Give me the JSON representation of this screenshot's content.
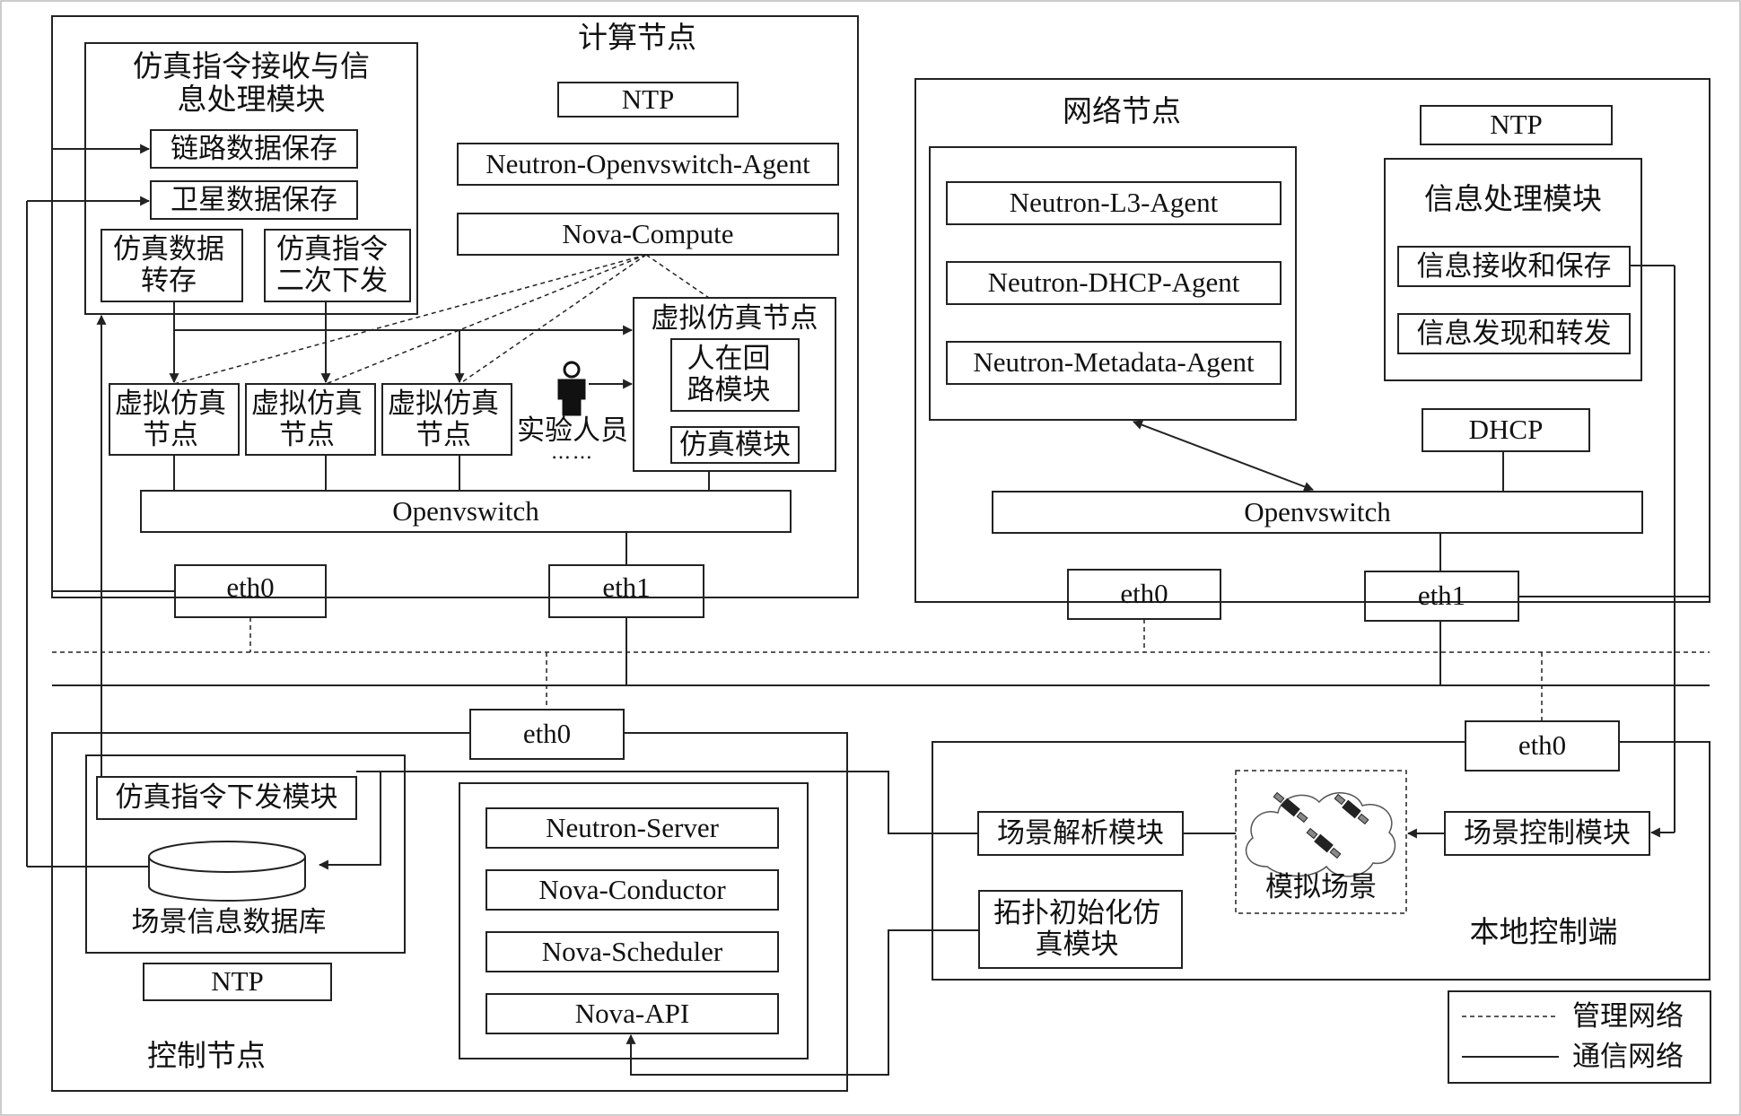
{
  "compute_node": {
    "title": "计算节点",
    "ntp": "NTP",
    "ovs_agent": "Neutron-Openvswitch-Agent",
    "nova_compute": "Nova-Compute",
    "module_title": "仿真指令接收与信息处理模块",
    "link_save": "链路数据保存",
    "satellite_save": "卫星数据保存",
    "sim_dump": "仿真数据转存",
    "cmd_redispatch": "仿真指令二次下发",
    "virtual_node": "虚拟仿真节点",
    "virtual_node_big": "虚拟仿真节点",
    "hil_module": "人在回路模块",
    "sim_module": "仿真模块",
    "experimenter": "实验人员",
    "ellipsis": "……",
    "openvswitch": "Openvswitch",
    "eth0": "eth0",
    "eth1": "eth1"
  },
  "network_node": {
    "title": "网络节点",
    "l3_agent": "Neutron-L3-Agent",
    "dhcp_agent": "Neutron-DHCP-Agent",
    "metadata_agent": "Neutron-Metadata-Agent",
    "ntp": "NTP",
    "info_module": "信息处理模块",
    "info_recv": "信息接收和保存",
    "info_discover": "信息发现和转发",
    "dhcp": "DHCP",
    "openvswitch": "Openvswitch",
    "eth0": "eth0",
    "eth1": "eth1"
  },
  "control_node": {
    "title": "控制节点",
    "eth0": "eth0",
    "cmd_dispatch": "仿真指令下发模块",
    "scene_db": "场景信息数据库",
    "ntp": "NTP",
    "neutron_server": "Neutron-Server",
    "nova_conductor": "Nova-Conductor",
    "nova_scheduler": "Nova-Scheduler",
    "nova_api": "Nova-API"
  },
  "local_control": {
    "title": "本地控制端",
    "eth0": "eth0",
    "scene_parse": "场景解析模块",
    "scene_sim": "模拟场景",
    "scene_control": "场景控制模块",
    "topo_init": "拓扑初始化仿真模块"
  },
  "legend": {
    "management": "管理网络",
    "communication": "通信网络"
  },
  "icons": {
    "person": "person-icon",
    "satellite": "satellite-icon",
    "cloud": "cloud-icon"
  },
  "colors": {
    "line": "#222222",
    "text": "#111111",
    "background": "#ffffff"
  }
}
